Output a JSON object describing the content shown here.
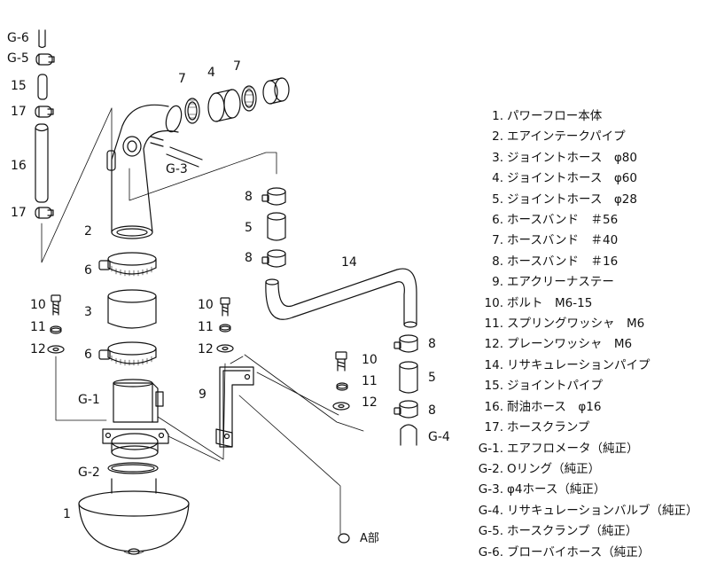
{
  "callouts": {
    "g6": "G-6",
    "g5": "G-5",
    "c15": "15",
    "c17a": "17",
    "c16": "16",
    "c17b": "17",
    "c7a": "7",
    "c4": "4",
    "c7b": "7",
    "g3": "G-3",
    "c2": "2",
    "c6a": "6",
    "c3": "3",
    "c6b": "6",
    "c10a": "10",
    "c11a": "11",
    "c12a": "12",
    "c10b": "10",
    "c11b": "11",
    "c12b": "12",
    "g1": "G-1",
    "g2": "G-2",
    "c1": "1",
    "c9": "9",
    "c8a": "8",
    "c5a": "5",
    "c8b": "8",
    "c14": "14",
    "c10c": "10",
    "c11c": "11",
    "c12c": "12",
    "c8c": "8",
    "c5b": "5",
    "c8d": "8",
    "g4": "G-4",
    "a_part": "A部"
  },
  "parts_list": [
    {
      "code": "1.",
      "name": "パワーフロー本体"
    },
    {
      "code": "2.",
      "name": "エアインテークパイプ"
    },
    {
      "code": "3.",
      "name": "ジョイントホース　φ80"
    },
    {
      "code": "4.",
      "name": "ジョイントホース　φ60"
    },
    {
      "code": "5.",
      "name": "ジョイントホース　φ28"
    },
    {
      "code": "6.",
      "name": "ホースバンド　＃56"
    },
    {
      "code": "7.",
      "name": "ホースバンド　＃40"
    },
    {
      "code": "8.",
      "name": "ホースバンド　＃16"
    },
    {
      "code": "9.",
      "name": "エアクリーナステー"
    },
    {
      "code": "10.",
      "name": "ボルト　M6-15"
    },
    {
      "code": "11.",
      "name": "スプリングワッシャ　M6"
    },
    {
      "code": "12.",
      "name": "プレーンワッシャ　M6"
    },
    {
      "code": "14.",
      "name": "リサキュレーションパイプ"
    },
    {
      "code": "15.",
      "name": "ジョイントパイプ"
    },
    {
      "code": "16.",
      "name": "耐油ホース　φ16"
    },
    {
      "code": "17.",
      "name": "ホースクランプ"
    },
    {
      "code": "G-1.",
      "name": "エアフロメータ（純正）"
    },
    {
      "code": "G-2.",
      "name": "Oリング（純正）"
    },
    {
      "code": "G-3.",
      "name": "φ4ホース（純正）"
    },
    {
      "code": "G-4.",
      "name": "リサキュレーションバルブ（純正）"
    },
    {
      "code": "G-5.",
      "name": "ホースクランプ（純正）"
    },
    {
      "code": "G-6.",
      "name": "ブローバイホース（純正）"
    }
  ]
}
